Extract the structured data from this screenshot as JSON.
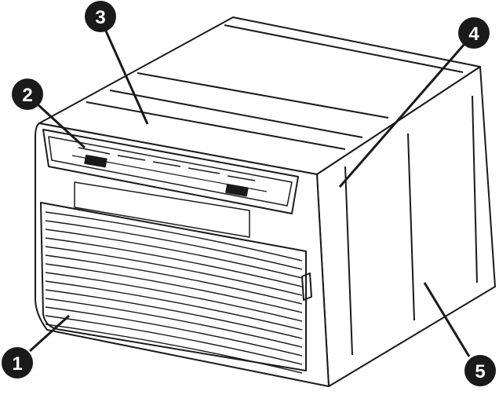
{
  "colors": {
    "line": "#1a1a1a",
    "badge": "#1a1a1a",
    "badge_text": "#ffffff",
    "background": "#ffffff"
  },
  "callouts": [
    {
      "id": "1",
      "label": "1"
    },
    {
      "id": "2",
      "label": "2"
    },
    {
      "id": "3",
      "label": "3"
    },
    {
      "id": "4",
      "label": "4"
    },
    {
      "id": "5",
      "label": "5"
    }
  ]
}
